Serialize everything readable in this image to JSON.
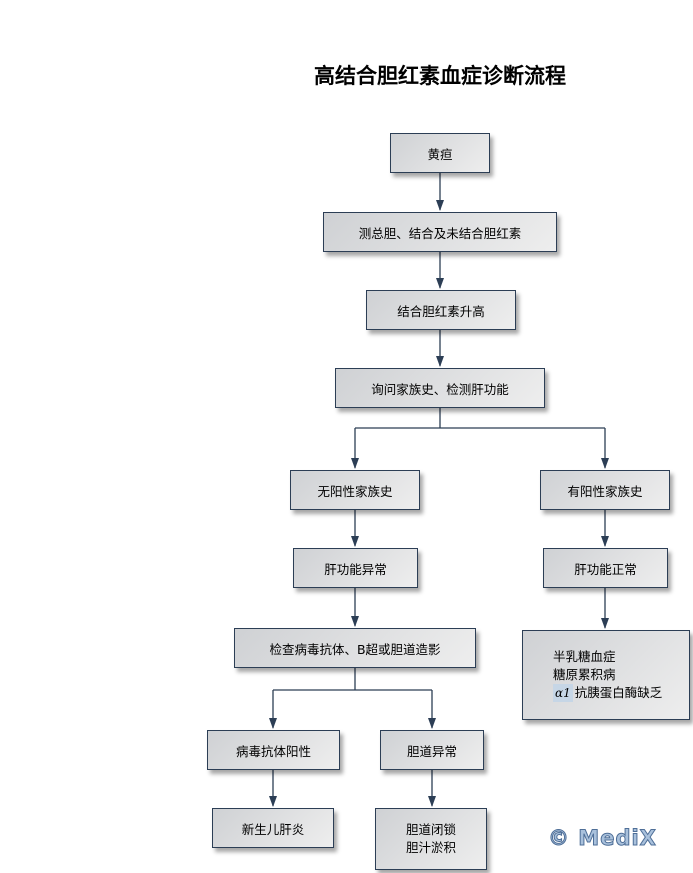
{
  "title": "高结合胆红素血症诊断流程",
  "nodes": {
    "jaundice": "黄疸",
    "measure": "测总胆、结合及未结合胆红素",
    "elevated": "结合胆红素升高",
    "inquire": "询问家族史、检测肝功能",
    "no_family": "无阳性家族史",
    "has_family": "有阳性家族史",
    "liver_abnormal": "肝功能异常",
    "liver_normal": "肝功能正常",
    "exam": "检查病毒抗体、B超或胆道造影",
    "metabolic": [
      "半乳糖血症",
      "糖原累积病",
      "抗胰蛋白酶缺乏"
    ],
    "alpha_symbol": "α1",
    "virus_positive": "病毒抗体阳性",
    "biliary_abnormal": "胆道异常",
    "neonatal_hepatitis": "新生儿肝炎",
    "biliary_outcomes": [
      "胆道闭锁",
      "胆汁淤积"
    ]
  },
  "watermark": "© MediX",
  "colors": {
    "line": "#2c3e55",
    "box_border": "#2c3e55"
  }
}
